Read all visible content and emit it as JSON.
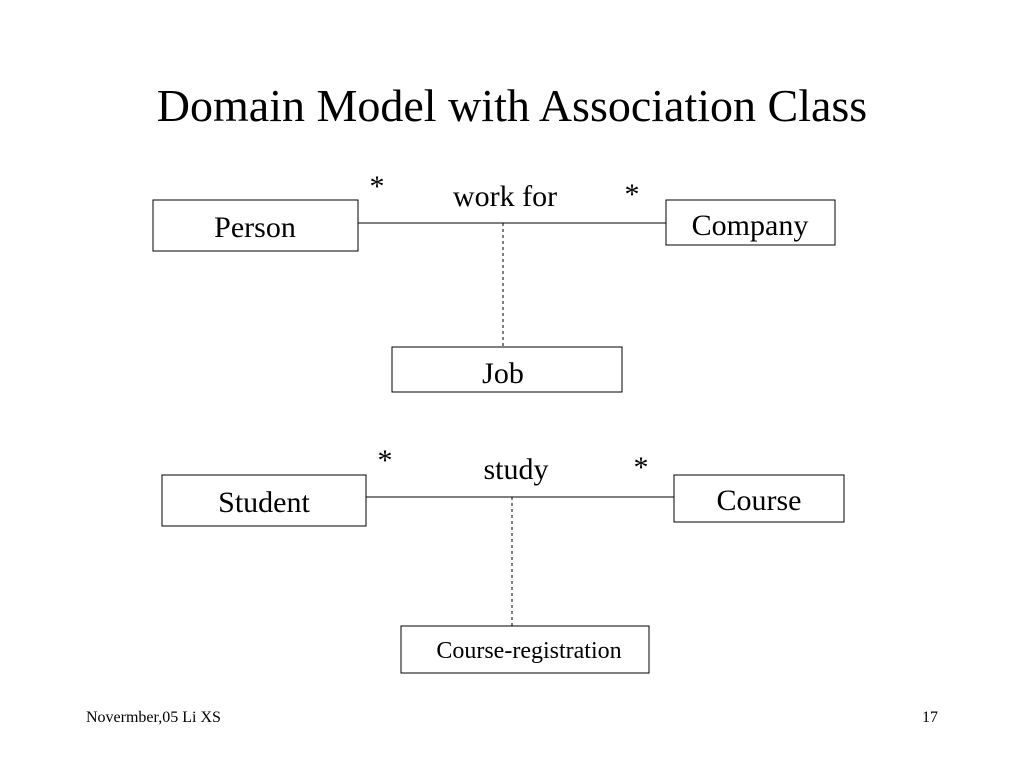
{
  "slide": {
    "title": "Domain Model with Association Class"
  },
  "diagram1": {
    "left_class": "Person",
    "right_class": "Company",
    "association_label": "work for",
    "left_multiplicity": "*",
    "right_multiplicity": "*",
    "association_class": "Job"
  },
  "diagram2": {
    "left_class": "Student",
    "right_class": "Course",
    "association_label": "study",
    "left_multiplicity": "*",
    "right_multiplicity": "*",
    "association_class": "Course-registration"
  },
  "footer": {
    "left": "Novermber,05 Li XS",
    "page_number": "17"
  }
}
